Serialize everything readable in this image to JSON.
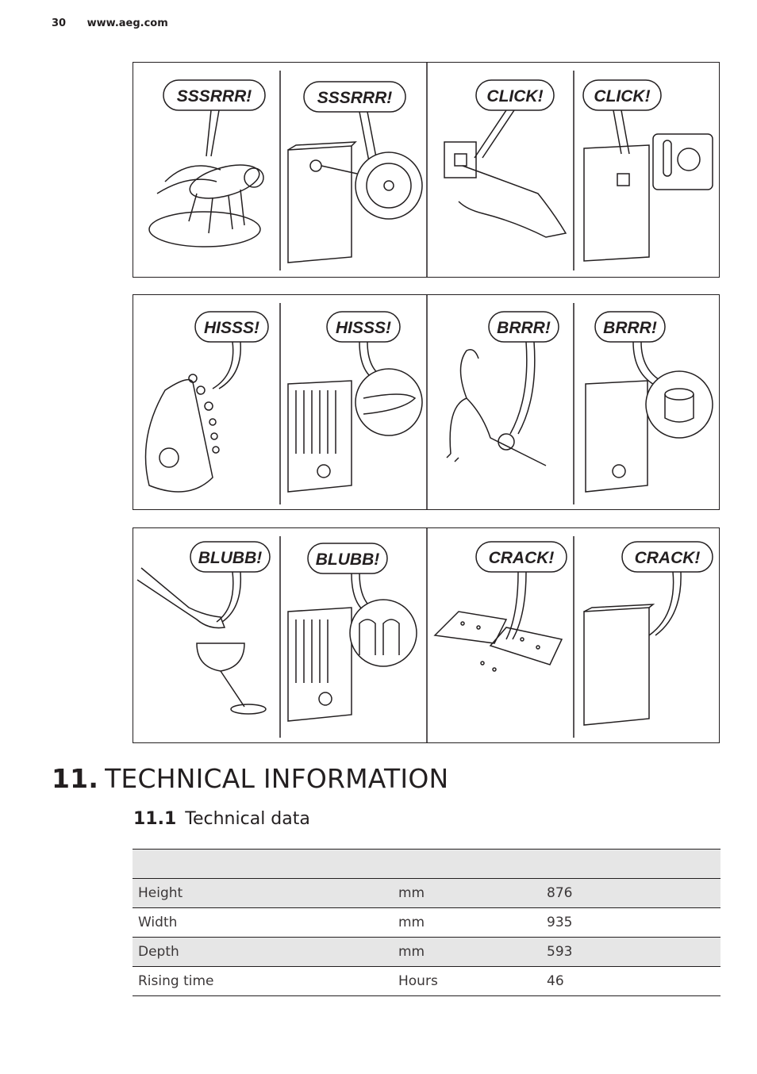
{
  "header": {
    "page_number": "30",
    "url": "www.aeg.com"
  },
  "panels": [
    {
      "bubbles": [
        "SSSRRR!",
        "SSSRRR!",
        "CLICK!",
        "CLICK!"
      ]
    },
    {
      "bubbles": [
        "HISSS!",
        "HISSS!",
        "BRRR!",
        "BRRR!"
      ]
    },
    {
      "bubbles": [
        "BLUBB!",
        "BLUBB!",
        "CRACK!",
        "CRACK!"
      ]
    }
  ],
  "section": {
    "number": "11.",
    "title": "TECHNICAL INFORMATION"
  },
  "subsection": {
    "number": "11.1",
    "title": "Technical data"
  },
  "table": {
    "rows": [
      {
        "label": "Height",
        "unit": "mm",
        "value": "876"
      },
      {
        "label": "Width",
        "unit": "mm",
        "value": "935"
      },
      {
        "label": "Depth",
        "unit": "mm",
        "value": "593"
      },
      {
        "label": "Rising time",
        "unit": "Hours",
        "value": "46"
      }
    ]
  }
}
